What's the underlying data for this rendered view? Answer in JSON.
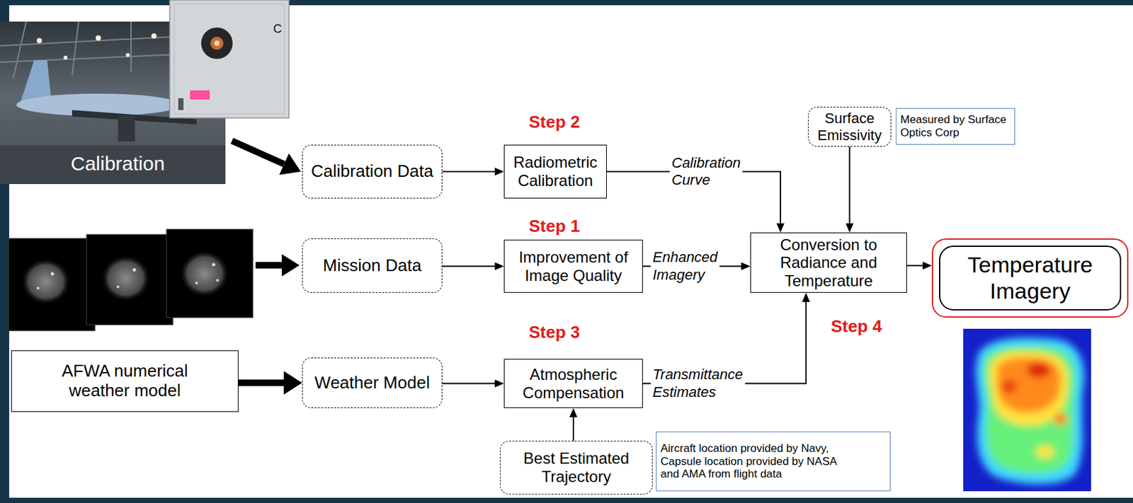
{
  "diagram": {
    "nodes": [
      {
        "text": [
          "Calibration"
        ]
      },
      {
        "text": [
          "Calibration Data"
        ]
      },
      {
        "text": [
          "Radiometric Calibration"
        ]
      },
      {
        "text": [
          "Surface Emissivity"
        ]
      },
      {
        "text": [
          "Measured by Surface Optics Corp"
        ]
      },
      {
        "text": [
          "Mission Data"
        ]
      },
      {
        "text": [
          "Improvement of Image Quality"
        ]
      },
      {
        "text": [
          "Conversion to Radiance and Temperature"
        ]
      },
      {
        "text": [
          "Temperature Imagery"
        ]
      },
      {
        "text": [
          "AFWA numerical weather model"
        ]
      },
      {
        "text": [
          "Weather Model"
        ]
      },
      {
        "text": [
          "Atmospheric Compensation"
        ]
      },
      {
        "text": [
          "Best Estimated Trajectory"
        ]
      },
      {
        "text": [
          "Aircraft location provided by Navy, Capsule location provided by NASA and AMA from flight data"
        ]
      }
    ],
    "edges": [
      {
        "from": 0,
        "to": 1,
        "arrow": "to"
      },
      {
        "from": 1,
        "to": 2,
        "arrow": "to"
      },
      {
        "from": 2,
        "to": 7,
        "label": "Calibration Curve",
        "arrow": "to"
      },
      {
        "from": 3,
        "to": 7,
        "arrow": "to"
      },
      {
        "from": 5,
        "to": 6,
        "arrow": "to"
      },
      {
        "from": 6,
        "to": 7,
        "label": "Enhanced Imagery",
        "arrow": "to"
      },
      {
        "from": 7,
        "to": 8,
        "arrow": "to"
      },
      {
        "from": 9,
        "to": 10,
        "arrow": "to"
      },
      {
        "from": 10,
        "to": 11,
        "arrow": "to"
      },
      {
        "from": 11,
        "to": 7,
        "label": "Transmittance Estimates",
        "arrow": "to"
      },
      {
        "from": 12,
        "to": 11,
        "arrow": "to"
      }
    ],
    "labels": [
      "C",
      "Step 2",
      "Step 1",
      "Step 3",
      "Step 4"
    ]
  }
}
